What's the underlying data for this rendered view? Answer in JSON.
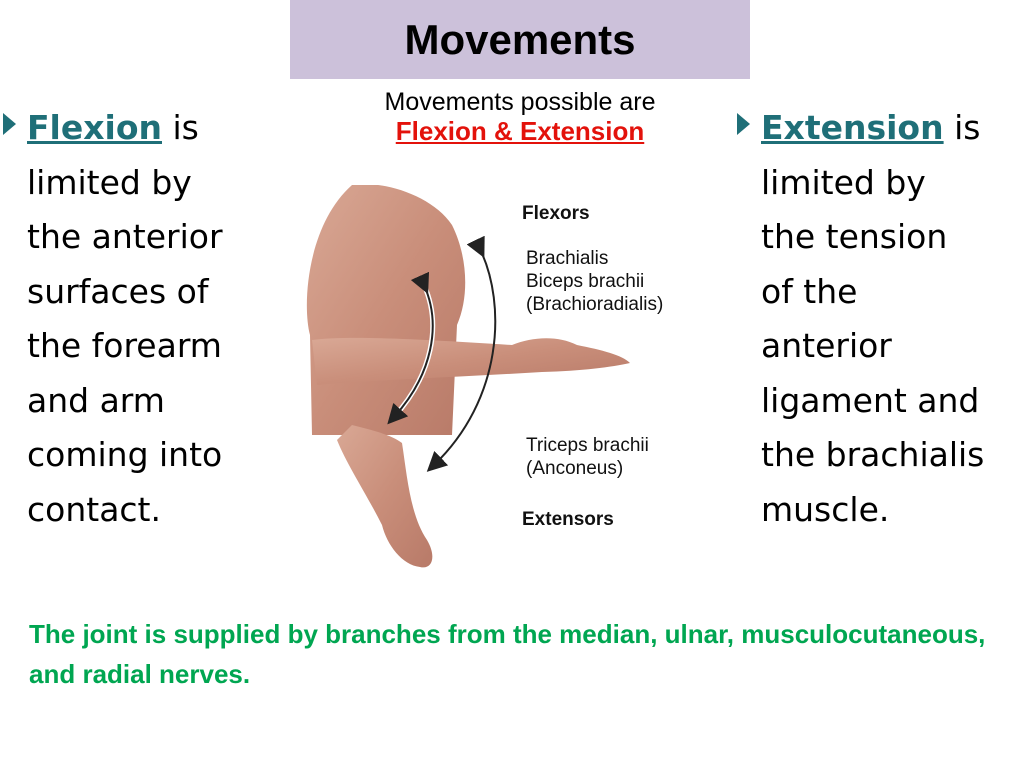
{
  "title": "Movements",
  "subtitle": {
    "line1": "Movements possible are",
    "line2": "Flexion & Extension"
  },
  "flexion": {
    "term": "Flexion",
    "lines": [
      "is",
      "limited by",
      "the anterior",
      "surfaces of",
      "the forearm",
      "and arm",
      "coming into",
      "contact."
    ]
  },
  "extension": {
    "term": "Extension",
    "lines": [
      "is",
      "limited by",
      "the tension",
      "of the",
      "anterior",
      "ligament and",
      "the brachialis",
      "muscle."
    ]
  },
  "figure": {
    "flexors_heading": "Flexors",
    "flexor_muscles": [
      "Brachialis",
      "Biceps brachii",
      "(Brachioradialis)"
    ],
    "extensor_muscles": [
      "Triceps brachii",
      "(Anconeus)"
    ],
    "extensors_heading": "Extensors"
  },
  "nerves": "The joint is supplied by branches from the median, ulnar, musculocutaneous, and radial nerves.",
  "colors": {
    "title_bg": "#ccc1da",
    "term": "#1f6f78",
    "highlight": "#e3120b",
    "nerves": "#00a651"
  }
}
